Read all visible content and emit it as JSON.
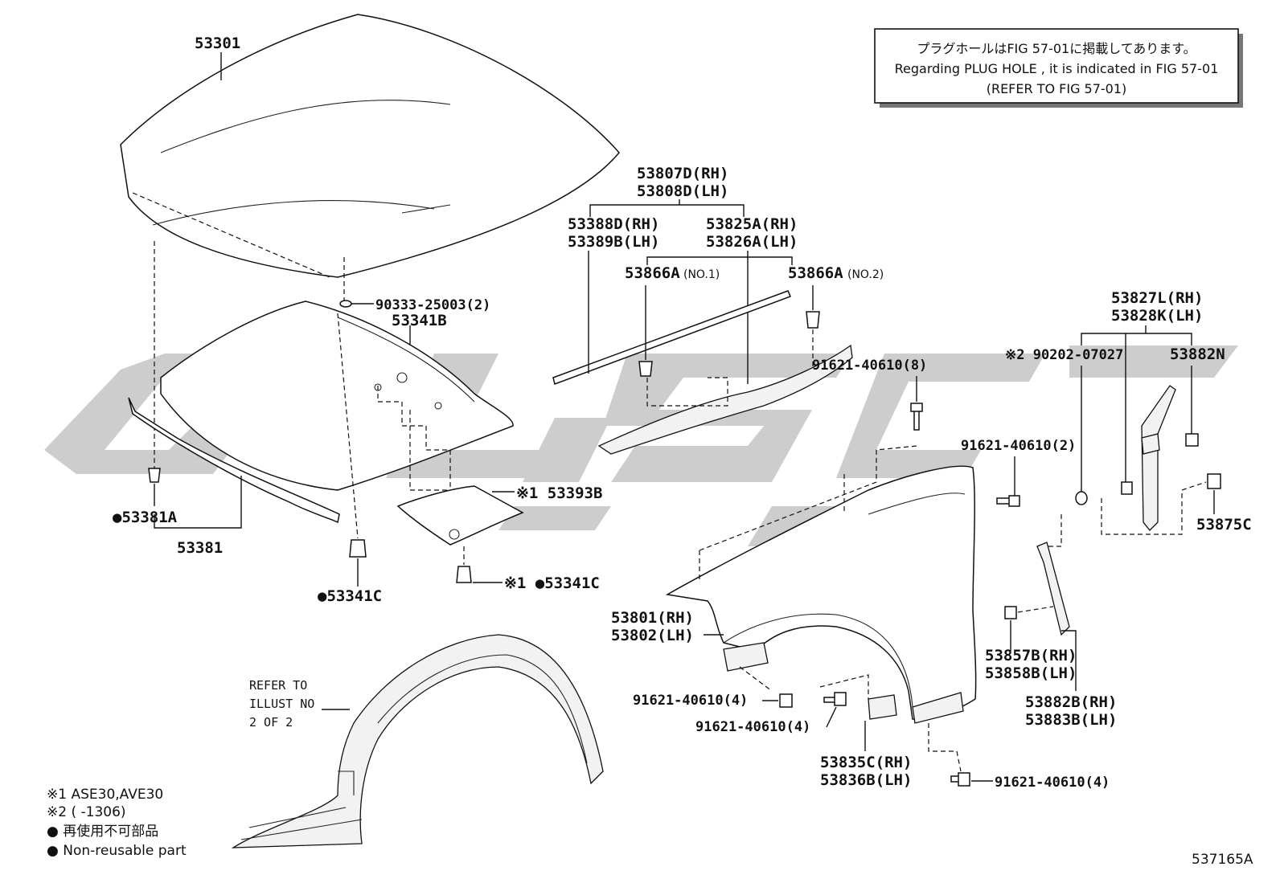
{
  "watermark": {
    "color": "#c8c8c8"
  },
  "note_box": {
    "line1": "プラグホールはFIG 57-01に掲載してあります。",
    "line2": "Regarding PLUG HOLE , it is indicated in FIG 57-01",
    "line3": "(REFER TO FIG 57-01)"
  },
  "labels": {
    "hood": "53301",
    "grommet": "90333-25003(2)",
    "insulator": "53341B",
    "seal_53381A": "●53381A",
    "seal_53381": "53381",
    "clip_53341C_left": "●53341C",
    "pad_53393B": "※1 53393B",
    "clip_53341C_right": "※1 ●53341C",
    "cowl_rh": "53807D(RH)",
    "cowl_lh": "53808D(LH)",
    "cover_rh": "53388D(RH)",
    "cover_lh": "53389B(LH)",
    "seal_rh": "53825A(RH)",
    "seal_lh": "53826A(LH)",
    "clip_no1": "53866A",
    "clip_no1_suffix": "(NO.1)",
    "clip_no2": "53866A",
    "clip_no2_suffix": "(NO.2)",
    "bolt_8": "91621-40610(8)",
    "bolt_2": "91621-40610(2)",
    "nut_2": "※2 90202-07027",
    "bracket_rh": "53827L(RH)",
    "bracket_lh": "53828K(LH)",
    "part_53882N": "53882N",
    "part_53875C": "53875C",
    "fender_rh": "53801(RH)",
    "fender_lh": "53802(LH)",
    "bolt_4a": "91621-40610(4)",
    "bolt_4b": "91621-40610(4)",
    "bolt_4c": "91621-40610(4)",
    "stay_rh": "53835C(RH)",
    "stay_lh": "53836B(LH)",
    "seal2_rh": "53857B(RH)",
    "seal2_lh": "53858B(LH)",
    "bracket2_rh": "53882B(RH)",
    "bracket2_lh": "53883B(LH)",
    "refer_line1": "REFER TO",
    "refer_line2": "ILLUST NO",
    "refer_line3": "2 OF 2"
  },
  "legend": {
    "item1": "※1 ASE30,AVE30",
    "item2": "※2 (      -1306)",
    "item3": "● 再使用不可部品",
    "item4": "● Non-reusable part"
  },
  "figure_id": "537165A"
}
